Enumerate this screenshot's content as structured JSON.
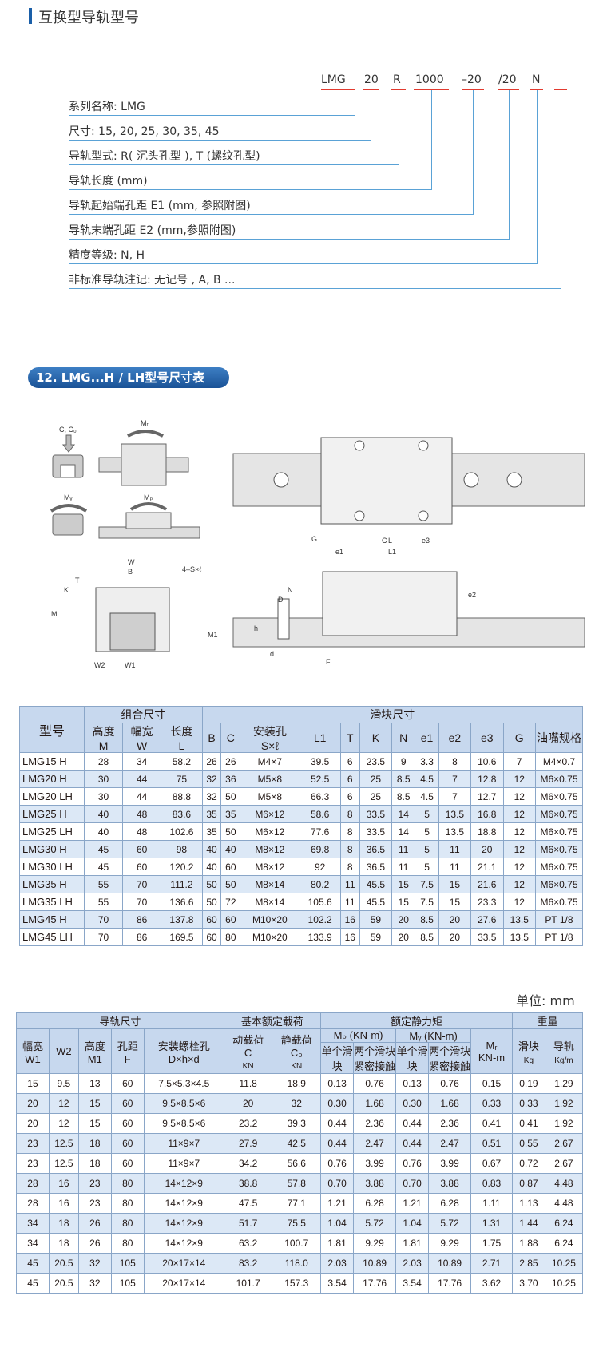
{
  "header": {
    "title": "互换型导轨型号"
  },
  "model_code": {
    "parts": [
      "LMG",
      "20",
      "R",
      "1000",
      "–20",
      "/20",
      "N"
    ]
  },
  "code_explanation": [
    "系列名称:  LMG",
    "尺寸:  15, 20, 25, 30, 35, 45",
    "导轨型式:  R( 沉头孔型 ), T (螺纹孔型)",
    "导轨长度 (mm)",
    "导轨起始端孔距  E1 (mm, 参照附图)",
    "导轨末端孔距  E2 (mm,参照附图)",
    "精度等级:  N, H",
    "非标准导轨注记: 无记号  , A, B ..."
  ],
  "section": {
    "title": "12.  LMG...H / LH型号尺寸表"
  },
  "diagram_labels": {
    "load": "C, C₀",
    "mr": "Mᵣ",
    "mp": "Mₚ",
    "my": "Mᵧ",
    "w": "W",
    "b": "B",
    "sx": "4–S×ℓ",
    "k": "K",
    "m": "M",
    "t": "T",
    "w2": "W2",
    "w1": "W1",
    "g": "G",
    "l": "L",
    "l1": "L1",
    "e1": "e1",
    "e2": "e2",
    "e3": "e3",
    "c": "C",
    "n": "N",
    "d": "D",
    "h": "h",
    "dsmall": "d",
    "f": "F",
    "m1": "M1"
  },
  "table1": {
    "h_model": "型号",
    "h_assembly": "组合尺寸",
    "h_block": "滑块尺寸",
    "h_height": "高度",
    "h_width": "幅宽",
    "h_length": "长度",
    "h_mount": "安装孔",
    "h_oil": "油嘴规格",
    "cols": [
      "M",
      "W",
      "L",
      "B",
      "C",
      "S×ℓ",
      "L1",
      "T",
      "K",
      "N",
      "e1",
      "e2",
      "e3",
      "G"
    ],
    "rows": [
      [
        "LMG15 H",
        "28",
        "34",
        "58.2",
        "26",
        "26",
        "M4×7",
        "39.5",
        "6",
        "23.5",
        "9",
        "3.3",
        "8",
        "10.6",
        "7",
        "M4×0.7"
      ],
      [
        "LMG20 H",
        "30",
        "44",
        "75",
        "32",
        "36",
        "M5×8",
        "52.5",
        "6",
        "25",
        "8.5",
        "4.5",
        "7",
        "12.8",
        "12",
        "M6×0.75"
      ],
      [
        "LMG20 LH",
        "30",
        "44",
        "88.8",
        "32",
        "50",
        "M5×8",
        "66.3",
        "6",
        "25",
        "8.5",
        "4.5",
        "7",
        "12.7",
        "12",
        "M6×0.75"
      ],
      [
        "LMG25 H",
        "40",
        "48",
        "83.6",
        "35",
        "35",
        "M6×12",
        "58.6",
        "8",
        "33.5",
        "14",
        "5",
        "13.5",
        "16.8",
        "12",
        "M6×0.75"
      ],
      [
        "LMG25 LH",
        "40",
        "48",
        "102.6",
        "35",
        "50",
        "M6×12",
        "77.6",
        "8",
        "33.5",
        "14",
        "5",
        "13.5",
        "18.8",
        "12",
        "M6×0.75"
      ],
      [
        "LMG30 H",
        "45",
        "60",
        "98",
        "40",
        "40",
        "M8×12",
        "69.8",
        "8",
        "36.5",
        "11",
        "5",
        "11",
        "20",
        "12",
        "M6×0.75"
      ],
      [
        "LMG30 LH",
        "45",
        "60",
        "120.2",
        "40",
        "60",
        "M8×12",
        "92",
        "8",
        "36.5",
        "11",
        "5",
        "11",
        "21.1",
        "12",
        "M6×0.75"
      ],
      [
        "LMG35 H",
        "55",
        "70",
        "111.2",
        "50",
        "50",
        "M8×14",
        "80.2",
        "11",
        "45.5",
        "15",
        "7.5",
        "15",
        "21.6",
        "12",
        "M6×0.75"
      ],
      [
        "LMG35 LH",
        "55",
        "70",
        "136.6",
        "50",
        "72",
        "M8×14",
        "105.6",
        "11",
        "45.5",
        "15",
        "7.5",
        "15",
        "23.3",
        "12",
        "M6×0.75"
      ],
      [
        "LMG45 H",
        "70",
        "86",
        "137.8",
        "60",
        "60",
        "M10×20",
        "102.2",
        "16",
        "59",
        "20",
        "8.5",
        "20",
        "27.6",
        "13.5",
        "PT 1/8"
      ],
      [
        "LMG45 LH",
        "70",
        "86",
        "169.5",
        "60",
        "80",
        "M10×20",
        "133.9",
        "16",
        "59",
        "20",
        "8.5",
        "20",
        "33.5",
        "13.5",
        "PT 1/8"
      ]
    ]
  },
  "unit": "单位: mm",
  "table2": {
    "h_rail": "导轨尺寸",
    "h_load": "基本额定载荷",
    "h_moment": "额定静力矩",
    "h_weight": "重量",
    "h_w1a": "幅宽",
    "h_w1": "W1",
    "h_w2": "W2",
    "h_m1a": "高度",
    "h_m1": "M1",
    "h_fa": "孔距",
    "h_f": "F",
    "h_bolt": "安装螺栓孔",
    "h_dhd": "D×h×d",
    "h_dyn": "动载荷",
    "h_c": "C",
    "h_kn1": "KN",
    "h_sta": "静载荷",
    "h_c0": "C₀",
    "h_kn2": "KN",
    "h_mp": "Mₚ (KN-m)",
    "h_my": "Mᵧ (KN-m)",
    "h_mr": "Mᵣ",
    "h_mrunit": "KN-m",
    "h_single": "单个滑块",
    "h_double": "两个滑块紧密接触",
    "h_block": "滑块",
    "h_kg": "Kg",
    "h_railw": "导轨",
    "h_kgm": "Kg/m",
    "rows": [
      [
        "15",
        "9.5",
        "13",
        "60",
        "7.5×5.3×4.5",
        "11.8",
        "18.9",
        "0.13",
        "0.76",
        "0.13",
        "0.76",
        "0.15",
        "0.19",
        "1.29"
      ],
      [
        "20",
        "12",
        "15",
        "60",
        "9.5×8.5×6",
        "20",
        "32",
        "0.30",
        "1.68",
        "0.30",
        "1.68",
        "0.33",
        "0.33",
        "1.92"
      ],
      [
        "20",
        "12",
        "15",
        "60",
        "9.5×8.5×6",
        "23.2",
        "39.3",
        "0.44",
        "2.36",
        "0.44",
        "2.36",
        "0.41",
        "0.41",
        "1.92"
      ],
      [
        "23",
        "12.5",
        "18",
        "60",
        "11×9×7",
        "27.9",
        "42.5",
        "0.44",
        "2.47",
        "0.44",
        "2.47",
        "0.51",
        "0.55",
        "2.67"
      ],
      [
        "23",
        "12.5",
        "18",
        "60",
        "11×9×7",
        "34.2",
        "56.6",
        "0.76",
        "3.99",
        "0.76",
        "3.99",
        "0.67",
        "0.72",
        "2.67"
      ],
      [
        "28",
        "16",
        "23",
        "80",
        "14×12×9",
        "38.8",
        "57.8",
        "0.70",
        "3.88",
        "0.70",
        "3.88",
        "0.83",
        "0.87",
        "4.48"
      ],
      [
        "28",
        "16",
        "23",
        "80",
        "14×12×9",
        "47.5",
        "77.1",
        "1.21",
        "6.28",
        "1.21",
        "6.28",
        "1.11",
        "1.13",
        "4.48"
      ],
      [
        "34",
        "18",
        "26",
        "80",
        "14×12×9",
        "51.7",
        "75.5",
        "1.04",
        "5.72",
        "1.04",
        "5.72",
        "1.31",
        "1.44",
        "6.24"
      ],
      [
        "34",
        "18",
        "26",
        "80",
        "14×12×9",
        "63.2",
        "100.7",
        "1.81",
        "9.29",
        "1.81",
        "9.29",
        "1.75",
        "1.88",
        "6.24"
      ],
      [
        "45",
        "20.5",
        "32",
        "105",
        "20×17×14",
        "83.2",
        "118.0",
        "2.03",
        "10.89",
        "2.03",
        "10.89",
        "2.71",
        "2.85",
        "10.25"
      ],
      [
        "45",
        "20.5",
        "32",
        "105",
        "20×17×14",
        "101.7",
        "157.3",
        "3.54",
        "17.76",
        "3.54",
        "17.76",
        "3.62",
        "3.70",
        "10.25"
      ]
    ]
  }
}
